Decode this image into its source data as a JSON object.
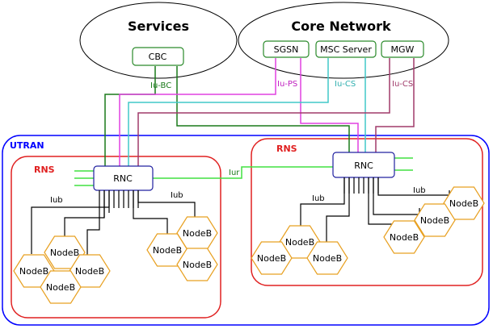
{
  "clouds": {
    "services": "Services",
    "core_network": "Core Network"
  },
  "nodes": {
    "cbc": "CBC",
    "sgsn": "SGSN",
    "msc_server": "MSC Server",
    "mgw": "MGW",
    "rnc_left": "RNC",
    "rnc_right": "RNC"
  },
  "regions": {
    "utran": "UTRAN",
    "rns_left": "RNS",
    "rns_right": "RNS"
  },
  "interfaces": {
    "iu_bc": "Iu-BC",
    "iu_ps": "Iu-PS",
    "iu_cs_msc": "Iu-CS",
    "iu_cs_mgw": "Iu-CS",
    "iur": "Iur",
    "iub_left_1": "Iub",
    "iub_left_2": "Iub",
    "iub_right_1": "Iub",
    "iub_right_2": "Iub"
  },
  "nodeb_label": "NodeB",
  "colors": {
    "cbc_link": "#1a7a1a",
    "sgsn_link": "#e040e0",
    "msc_link": "#40c8c8",
    "mgw_link": "#a03a6a",
    "iur_link": "#40e040",
    "utran_border": "#0000ff",
    "rns_border": "#e02020",
    "nodeb_border": "#e8a020",
    "node_box_border": "#2a8a2a",
    "rnc_border": "#2020a0"
  }
}
